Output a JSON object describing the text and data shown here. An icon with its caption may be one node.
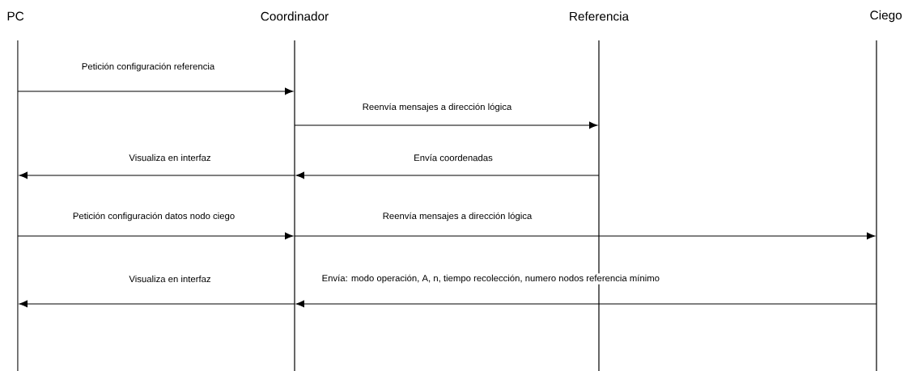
{
  "diagram": {
    "nodes": [
      {
        "text": [],
        "shape": "bar",
        "beside": [
          "PC"
        ]
      },
      {
        "text": [],
        "shape": "bar",
        "beside": [
          "Coordinador"
        ]
      },
      {
        "text": [],
        "shape": "bar",
        "beside": [
          "Referencia"
        ]
      },
      {
        "text": [],
        "shape": "bar",
        "beside": [
          "Ciego"
        ]
      }
    ],
    "edges": [
      {
        "from": 0,
        "to": 1,
        "arrow": "to",
        "label": "Petición configuración referencia"
      },
      {
        "from": 1,
        "to": 2,
        "arrow": "to",
        "label": "Reenvía mensajes a dirección lógica"
      },
      {
        "from": 2,
        "to": 1,
        "arrow": "to",
        "label": "Envía coordenadas"
      },
      {
        "from": 1,
        "to": 0,
        "arrow": "to",
        "label": "Visualiza en interfaz"
      },
      {
        "from": 0,
        "to": 1,
        "arrow": "to",
        "label": "Petición configuración datos nodo ciego"
      },
      {
        "from": 1,
        "to": 3,
        "arrow": "to",
        "label": "Reenvía mensajes a dirección lógica"
      },
      {
        "from": 3,
        "to": 1,
        "arrow": "to",
        "label": "Envía: modo operación, A, n, tiempo recolección, numero nodos referencia mínimo"
      },
      {
        "from": 1,
        "to": 0,
        "arrow": "to",
        "label": "Visualiza en interfaz"
      }
    ]
  }
}
